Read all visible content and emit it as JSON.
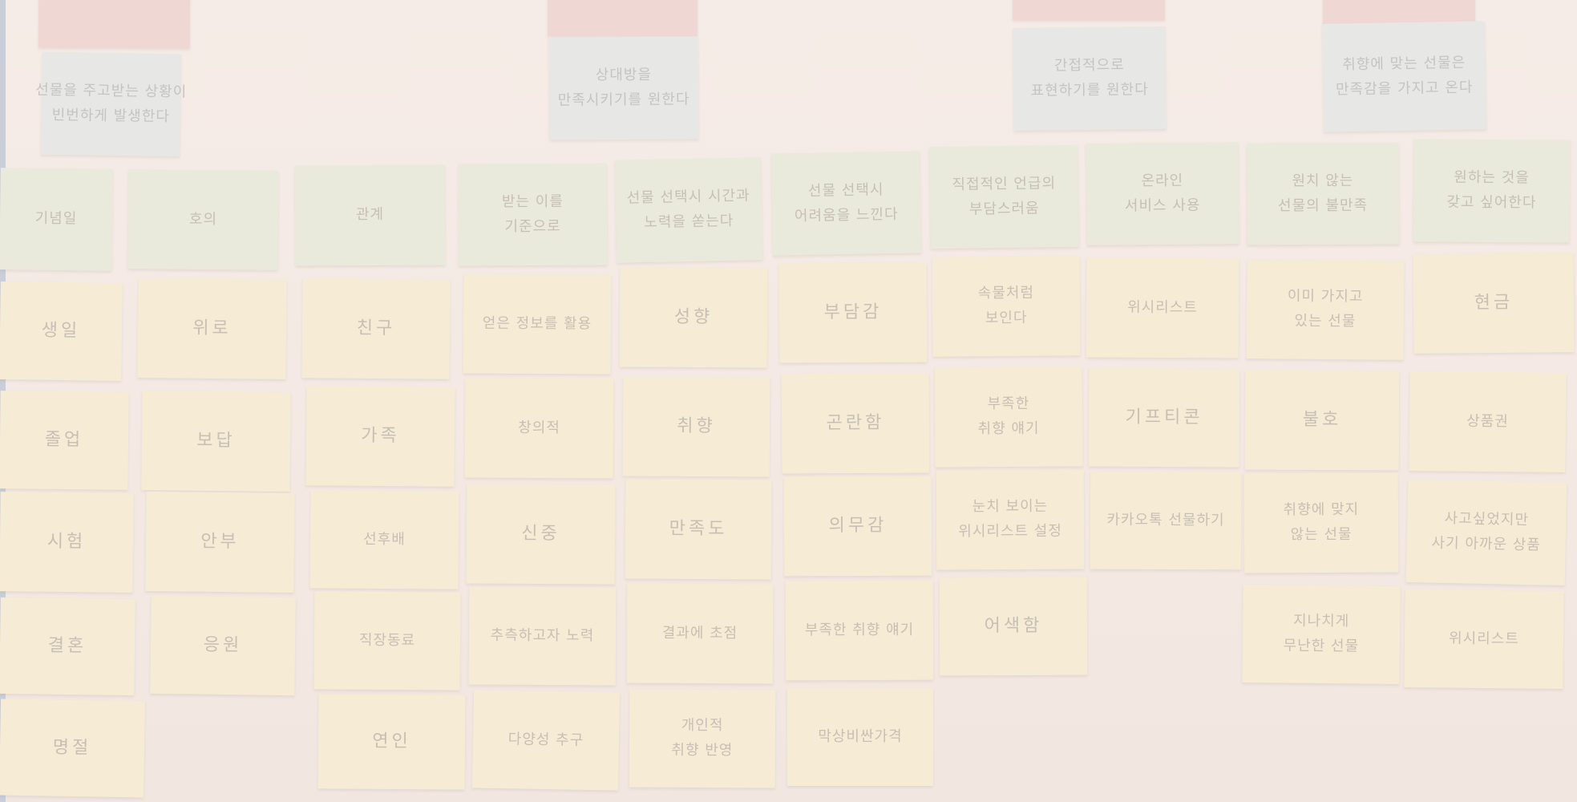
{
  "notes": {
    "p1": "",
    "p2": "",
    "p3": "",
    "p4": "",
    "b1": {
      "l1": "선물을 주고받는 상황이",
      "l2": "빈번하게 발생한다"
    },
    "b2": {
      "l1": "상대방을",
      "l2": "만족시키기를 원한다"
    },
    "b3": {
      "l1": "간접적으로",
      "l2": "표현하기를 원한다"
    },
    "b4": {
      "l1": "취향에 맞는 선물은",
      "l2": "만족감을 가지고 온다"
    },
    "g1": {
      "l1": "기념일"
    },
    "g2": {
      "l1": "호의"
    },
    "g3": {
      "l1": "관계"
    },
    "g4": {
      "l1": "받는 이를",
      "l2": "기준으로"
    },
    "g5": {
      "l1": "선물 선택시 시간과",
      "l2": "노력을 쏟는다"
    },
    "g6": {
      "l1": "선물 선택시",
      "l2": "어려움을 느낀다"
    },
    "g7": {
      "l1": "직접적인 언급의",
      "l2": "부담스러움"
    },
    "g8": {
      "l1": "온라인",
      "l2": "서비스 사용"
    },
    "g9": {
      "l1": "원치 않는",
      "l2": "선물의 불만족"
    },
    "g10": {
      "l1": "원하는 것을",
      "l2": "갖고 싶어한다"
    },
    "c1": [
      "생일",
      "졸업",
      "시험",
      "결혼",
      "명절"
    ],
    "c2": [
      "위로",
      "보답",
      "안부",
      "응원"
    ],
    "c3": [
      "친구",
      "가족",
      "선후배",
      "직장동료",
      "연인"
    ],
    "c4": [
      "얻은 정보를 활용",
      "창의적",
      "신중",
      "추측하고자 노력",
      "다양성 추구"
    ],
    "c5": [
      "성향",
      "취향",
      "만족도",
      "결과에 초점",
      {
        "l1": "개인적",
        "l2": "취향 반영"
      }
    ],
    "c6": [
      "부담감",
      "곤란함",
      "의무감",
      "부족한 취향 얘기",
      "막상비싼가격"
    ],
    "c7": [
      {
        "l1": "속물처럼",
        "l2": "보인다"
      },
      {
        "l1": "부족한",
        "l2": "취향 얘기"
      },
      {
        "l1": "눈치 보이는",
        "l2": "위시리스트 설정"
      },
      "어색함"
    ],
    "c8": [
      "위시리스트",
      "기프티콘",
      "카카오톡 선물하기"
    ],
    "c9": [
      {
        "l1": "이미 가지고",
        "l2": "있는 선물"
      },
      "불호",
      {
        "l1": "취향에 맞지",
        "l2": "않는 선물"
      },
      {
        "l1": "지나치게",
        "l2": "무난한 선물"
      }
    ],
    "c10": [
      "현금",
      "상품권",
      {
        "l1": "사고싶었지만",
        "l2": "사기 아까운 상품"
      },
      "위시리스트"
    ]
  }
}
